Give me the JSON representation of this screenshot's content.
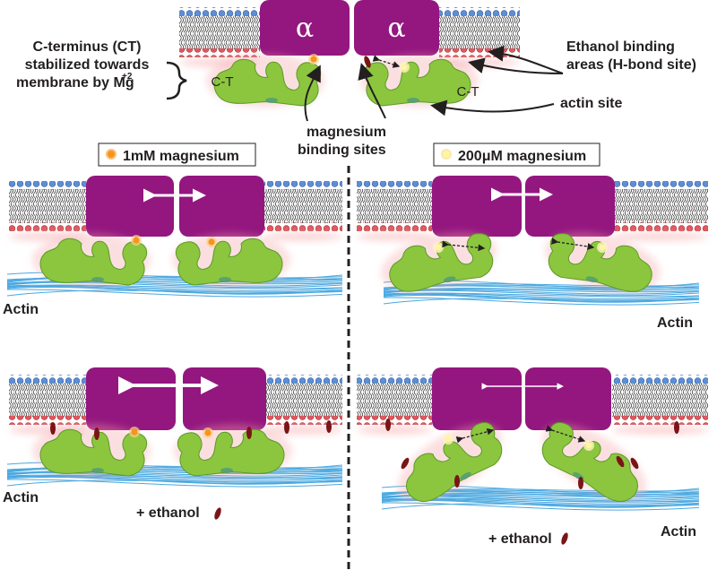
{
  "labels": {
    "ct_note_line1": "C-terminus (CT)",
    "ct_note_line2": "stabilized towards",
    "ct_note_line3": "membrane by Mg",
    "ct_note_sup": "+2",
    "ethanol_areas_line1": "Ethanol binding",
    "ethanol_areas_line2": "areas (H-bond site)",
    "actin_site": "actin site",
    "mg_sites_line1": "magnesium",
    "mg_sites_line2": "binding sites",
    "alpha": "α",
    "ct_short": "C-T",
    "legend_1mM": "1mM magnesium",
    "legend_200uM": "200μM magnesium",
    "actin": "Actin",
    "plus_ethanol": "+ ethanol"
  },
  "colors": {
    "alpha_subunit": "#93177f",
    "ct_domain": "#8cc63f",
    "ct_outline": "#5b9a25",
    "mg_1mM": "#f7941d",
    "mg_200uM": "#fff5a6",
    "ethanol": "#7a1416",
    "actin": "#4aa8e0",
    "lipid_head_blue": "#5b8fd6",
    "lipid_head_red": "#e0575e"
  }
}
